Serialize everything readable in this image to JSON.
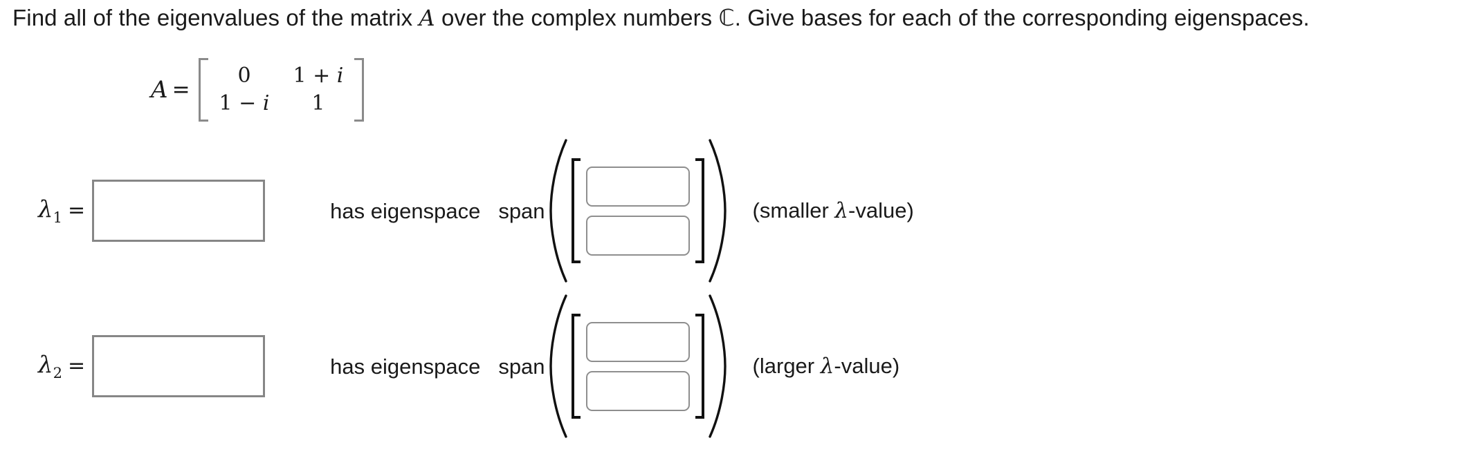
{
  "prompt": {
    "part1": "Find all of the eigenvalues of the matrix ",
    "matrix_symbol": "A",
    "part2": " over the complex numbers ",
    "complex_symbol": "ℂ",
    "part3": ". Give bases for each of the corresponding eigenspaces."
  },
  "matrix": {
    "lhs": "A",
    "equals": "=",
    "rows": [
      [
        {
          "text": "0",
          "imag": ""
        },
        {
          "text": "1 + ",
          "imag": "i"
        }
      ],
      [
        {
          "text": "1 − ",
          "imag": "i"
        },
        {
          "text": "1",
          "imag": ""
        }
      ]
    ]
  },
  "eigen_rows": [
    {
      "lambda_symbol": "λ",
      "lambda_sub": "1",
      "equals": "=",
      "lambda_value": "",
      "lambda_placeholder": "",
      "phrase": "has eigenspace",
      "span_word": "span",
      "vector": [
        "",
        ""
      ],
      "vector_placeholders": [
        "",
        ""
      ],
      "note_prefix": "(smaller ",
      "note_lambda": "λ",
      "note_suffix": "-value)"
    },
    {
      "lambda_symbol": "λ",
      "lambda_sub": "2",
      "equals": "=",
      "lambda_value": "",
      "lambda_placeholder": "",
      "phrase": "has eigenspace",
      "span_word": "span",
      "vector": [
        "",
        ""
      ],
      "vector_placeholders": [
        "",
        ""
      ],
      "note_prefix": "(larger ",
      "note_lambda": "λ",
      "note_suffix": "-value)"
    }
  ],
  "colors": {
    "text": "#1a1a1a",
    "input_border": "#868686",
    "vector_input_border": "#8e8e8e",
    "bracket": "#111111",
    "matrix_bracket": "#8a8a8a",
    "background": "#ffffff"
  }
}
